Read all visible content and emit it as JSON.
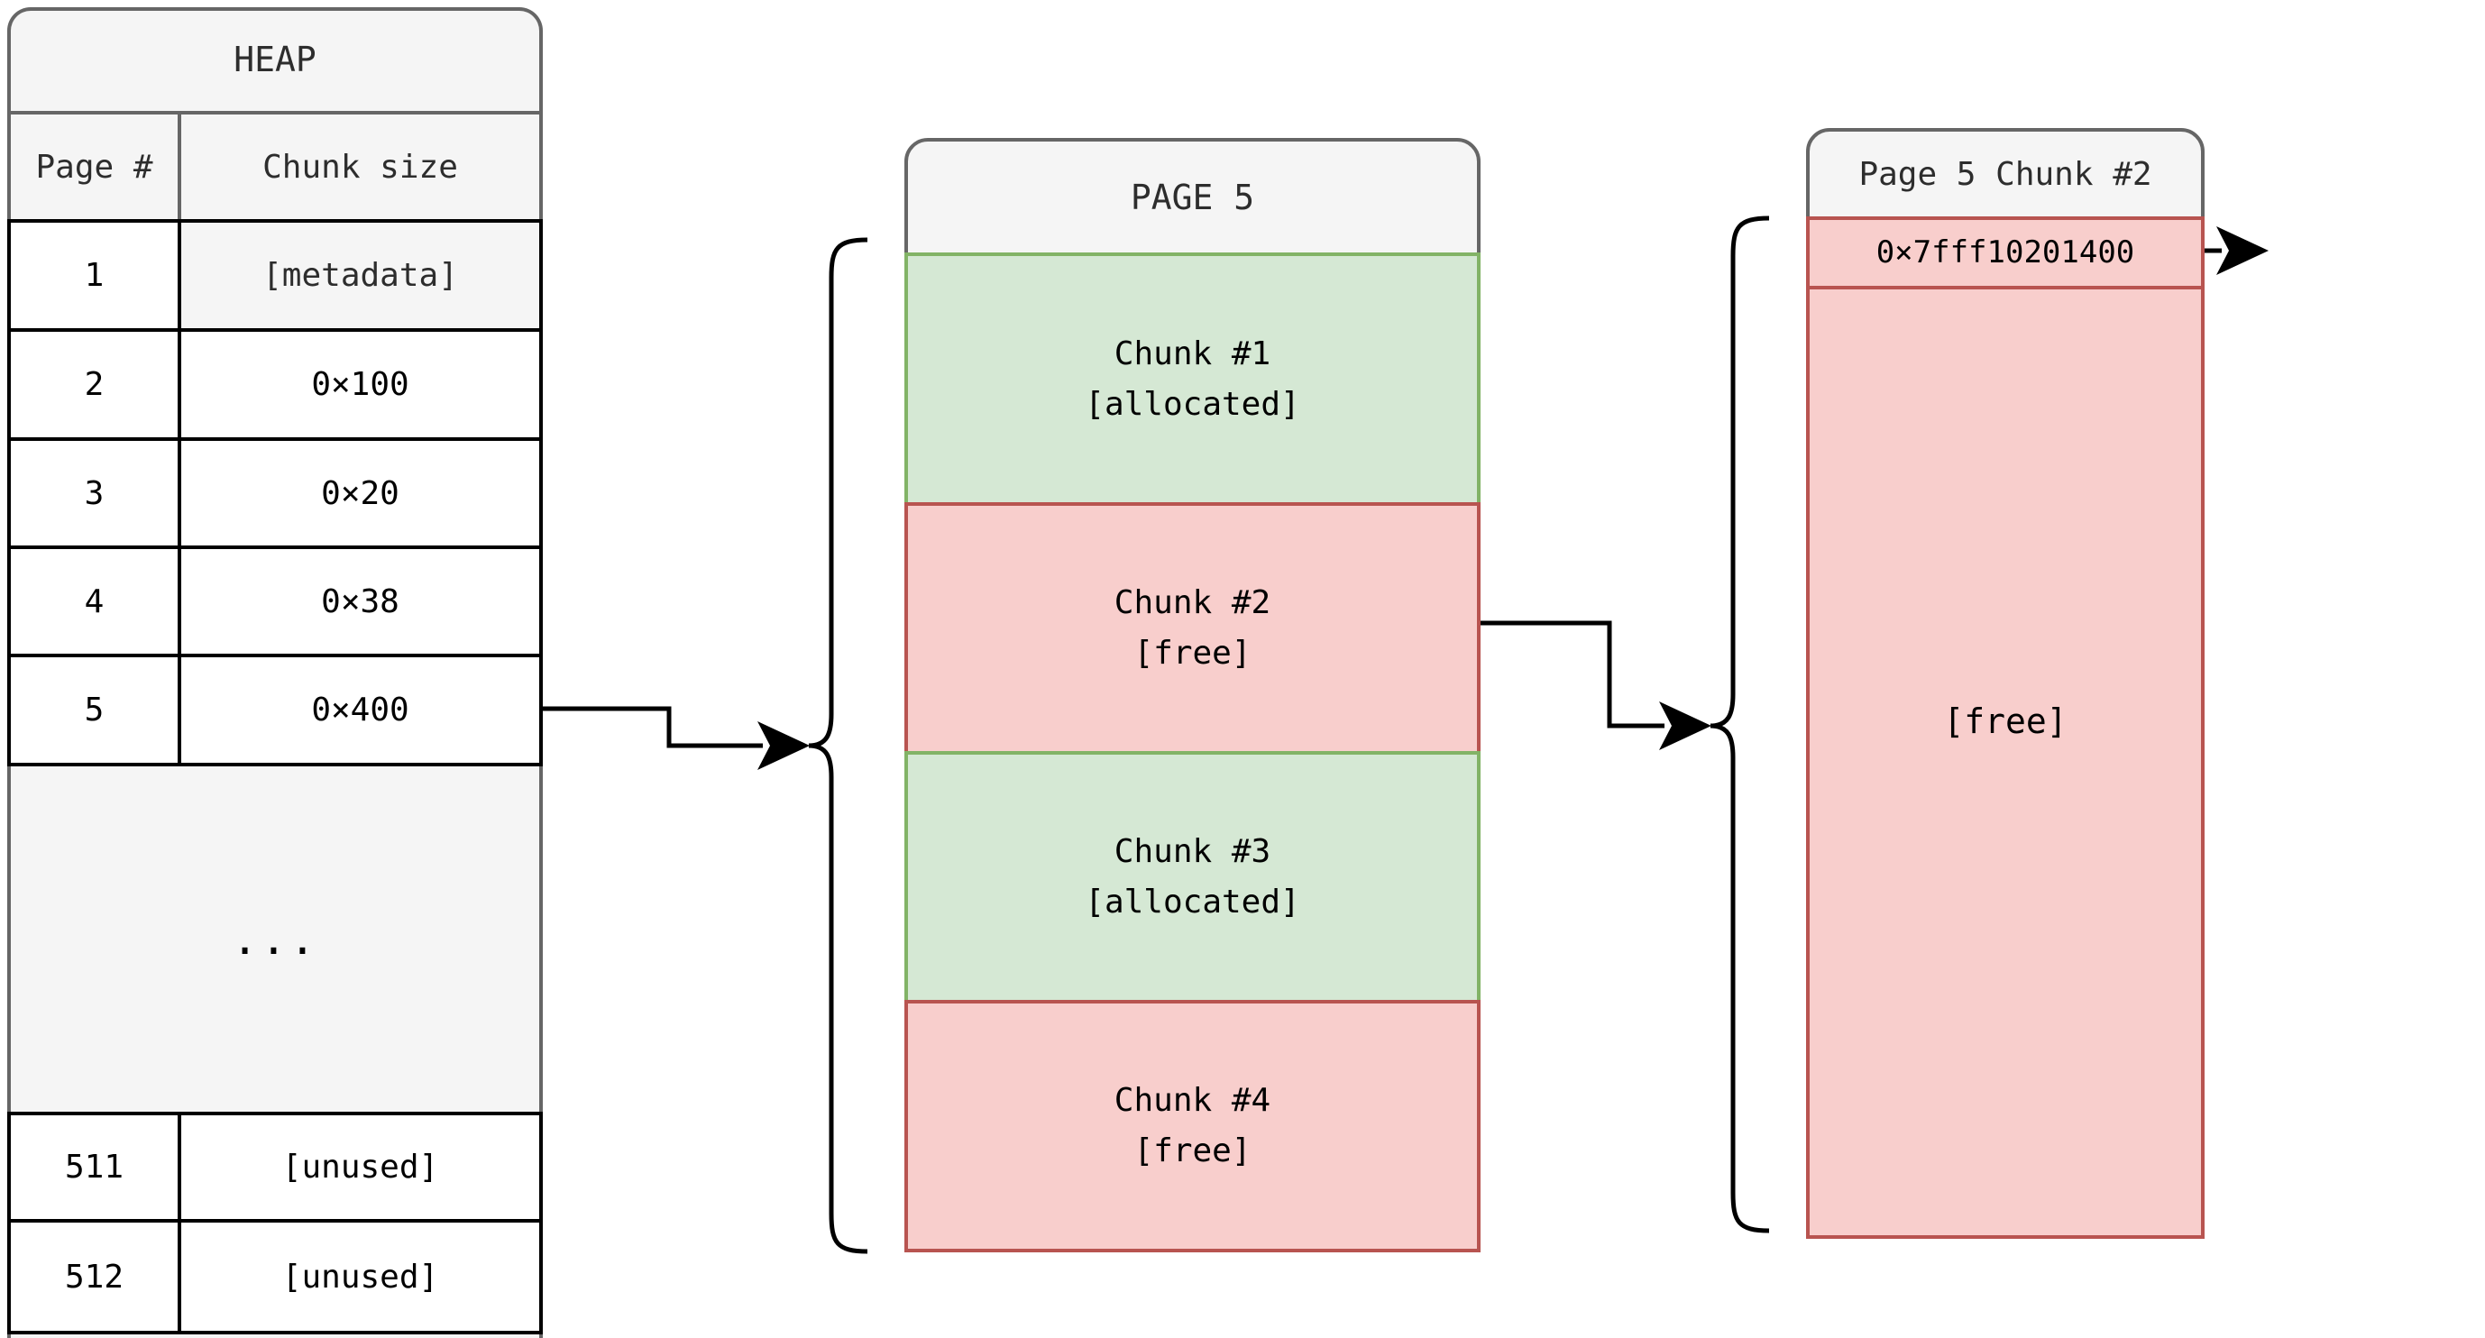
{
  "heap_table": {
    "title": "HEAP",
    "columns": [
      "Page #",
      "Chunk size"
    ],
    "rows": [
      {
        "page": "1",
        "size": "[metadata]"
      },
      {
        "page": "2",
        "size": "0×100"
      },
      {
        "page": "3",
        "size": "0×20"
      },
      {
        "page": "4",
        "size": "0×38"
      },
      {
        "page": "5",
        "size": "0×400"
      },
      {
        "page": "511",
        "size": "[unused]"
      },
      {
        "page": "512",
        "size": "[unused]"
      }
    ],
    "ellipsis": "..."
  },
  "page5": {
    "title": "PAGE 5",
    "chunks": [
      {
        "name": "Chunk #1",
        "status": "[allocated]",
        "state": "allocated"
      },
      {
        "name": "Chunk #2",
        "status": "[free]",
        "state": "free"
      },
      {
        "name": "Chunk #3",
        "status": "[allocated]",
        "state": "allocated"
      },
      {
        "name": "Chunk #4",
        "status": "[free]",
        "state": "free"
      }
    ]
  },
  "chunk_detail": {
    "title": "Page 5 Chunk #2",
    "address": "0×7fff10201400",
    "body": "[free]"
  },
  "colors": {
    "allocated_fill": "#d5e8d4",
    "allocated_border": "#82b366",
    "free_fill": "#f8cecc",
    "free_border": "#b85450",
    "header_fill": "#f5f5f5",
    "header_border": "#666666",
    "line": "#000000",
    "background": "#ffffff"
  }
}
